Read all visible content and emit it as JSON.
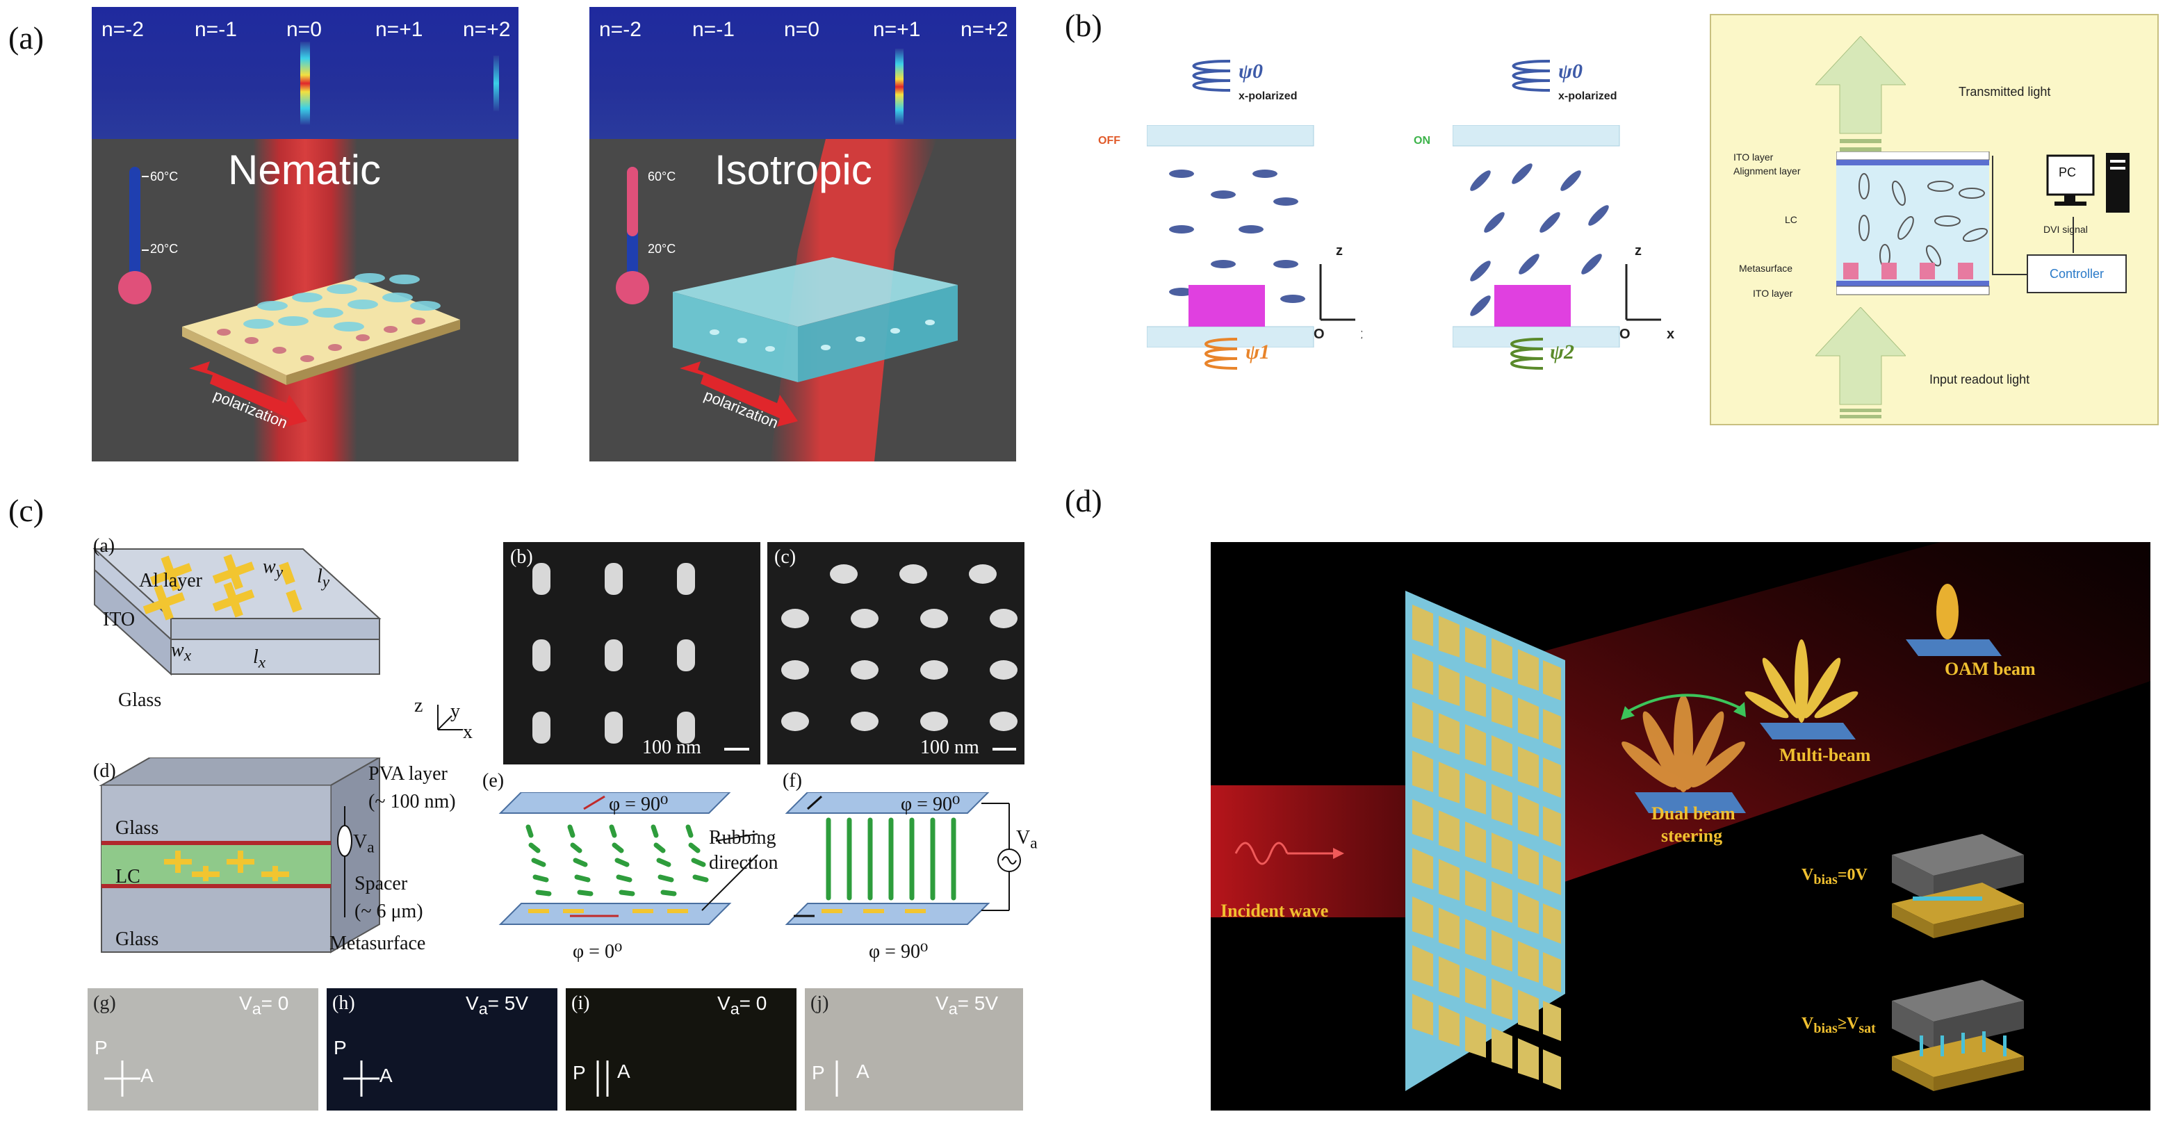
{
  "panel_labels": {
    "a": "(a)",
    "b": "(b)",
    "c": "(c)",
    "d": "(d)"
  },
  "panel_a": {
    "orders": [
      "n=-2",
      "n=-1",
      "n=0",
      "n=+1",
      "n=+2"
    ],
    "left": {
      "phase": "Nematic",
      "temp_high": "60°C",
      "temp_low": "20°C",
      "arrow": "polarization"
    },
    "right": {
      "phase": "Isotropic",
      "temp_high": "60°C",
      "temp_low": "20°C",
      "arrow": "polarization"
    }
  },
  "panel_b": {
    "off_state": {
      "state": "OFF",
      "input": "ψ0",
      "input_pol": "x-polarized",
      "output": "ψ1",
      "z": "z",
      "o": "O",
      "x": "x"
    },
    "on_state": {
      "state": "ON",
      "input": "ψ0",
      "input_pol": "x-polarized",
      "output": "ψ2",
      "z": "z",
      "o": "O",
      "x": "x"
    },
    "schematic": {
      "transmitted": "Transmitted light",
      "ito_top": "ITO layer",
      "alignment": "Alignment layer",
      "lc": "LC",
      "metasurface": "Metasurface",
      "ito_bottom": "ITO layer",
      "pc": "PC",
      "dvi": "DVI signal",
      "controller": "Controller",
      "input": "Input readout light"
    }
  },
  "panel_c": {
    "a": {
      "label": "(a)",
      "al_layer": "Al layer",
      "ito": "ITO",
      "glass": "Glass",
      "wy": "w",
      "wy_sub": "y",
      "ly": "l",
      "ly_sub": "y",
      "wx": "w",
      "wx_sub": "x",
      "lx": "l",
      "lx_sub": "x",
      "axis_z": "z",
      "axis_y": "y",
      "axis_x": "x"
    },
    "b": {
      "label": "(b)",
      "scale": "100 nm"
    },
    "c": {
      "label": "(c)",
      "scale": "100 nm"
    },
    "d": {
      "label": "(d)",
      "glass_top": "Glass",
      "lc": "LC",
      "glass_bottom": "Glass",
      "pva": "PVA layer",
      "pva_thick": "(~ 100 nm)",
      "va": "V",
      "va_sub": "a",
      "spacer": "Spacer",
      "spacer_thick": "(~ 6 μm)",
      "metasurface": "Metasurface"
    },
    "e": {
      "label": "(e)",
      "top_angle": "φ = 90⁰",
      "bottom_angle": "φ = 0⁰",
      "rubbing": "Rubbing",
      "rubbing2": "direction"
    },
    "f": {
      "label": "(f)",
      "top_angle": "φ = 90⁰",
      "bottom_angle": "φ = 90⁰",
      "va": "V",
      "va_sub": "a"
    },
    "micrographs": [
      {
        "label": "(g)",
        "voltage": "= 0",
        "p": "P",
        "a": "A"
      },
      {
        "label": "(h)",
        "voltage": "= 5V",
        "p": "P",
        "a": "A"
      },
      {
        "label": "(i)",
        "voltage": "= 0",
        "p": "P",
        "a": "A"
      },
      {
        "label": "(j)",
        "voltage": "= 5V",
        "p": "P",
        "a": "A"
      }
    ],
    "va_prefix": "V",
    "va_sub": "a"
  },
  "panel_d": {
    "incident": "Incident wave",
    "dual": "Dual beam",
    "dual2": "steering",
    "multi": "Multi-beam",
    "oam": "OAM beam",
    "vbias0": "V",
    "vbias0_sub": "bias",
    "vbias0_rest": "=0V",
    "vbias_sat": "V",
    "vbias_sat_sub": "bias",
    "vbias_sat_mid": "≥V",
    "vbias_sat_sub2": "sat"
  },
  "colors": {
    "accent_red": "#e0262b",
    "lc_blue": "#5b6fb0",
    "meta_magenta": "#e040e0",
    "gold": "#f2c530",
    "lc_green": "#3cb34a"
  }
}
